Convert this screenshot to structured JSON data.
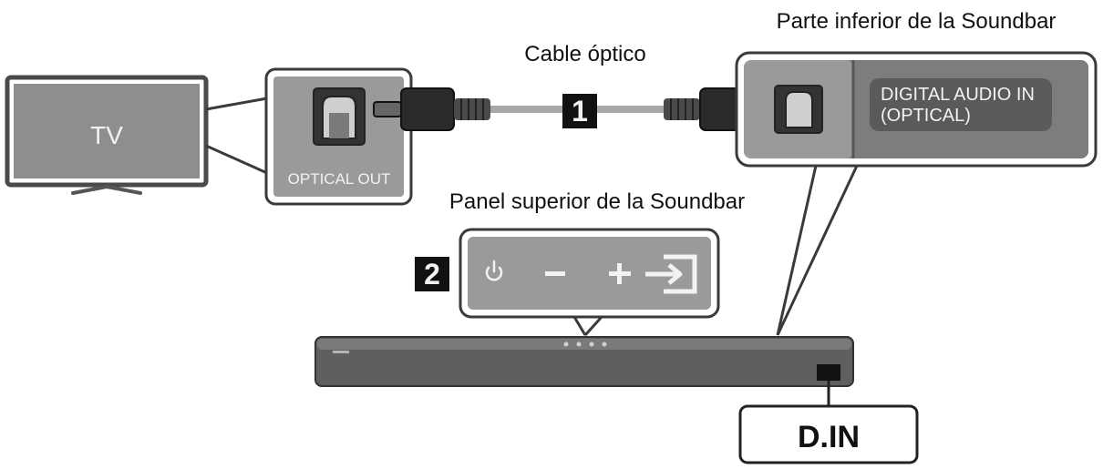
{
  "labels": {
    "cable_label": "Cable óptico",
    "bottom_label": "Parte inferior de la Soundbar",
    "top_panel_label": "Panel superior de la Soundbar",
    "tv_label": "TV",
    "optical_out_label": "OPTICAL OUT",
    "digital_audio_line1": "DIGITAL AUDIO IN",
    "digital_audio_line2": "(OPTICAL)",
    "step1": "1",
    "step2": "2",
    "din_label": "D.IN"
  },
  "icons": {
    "power": "power-icon",
    "minus": "minus-icon",
    "plus": "plus-icon",
    "source": "source-input-icon"
  },
  "colors": {
    "panel_gray": "#9a9a9a",
    "soundbar_gray": "#5f5f5f",
    "cable_gray": "#a8a8a8",
    "badge_dark": "#111111",
    "outline": "#3a3a3a"
  }
}
